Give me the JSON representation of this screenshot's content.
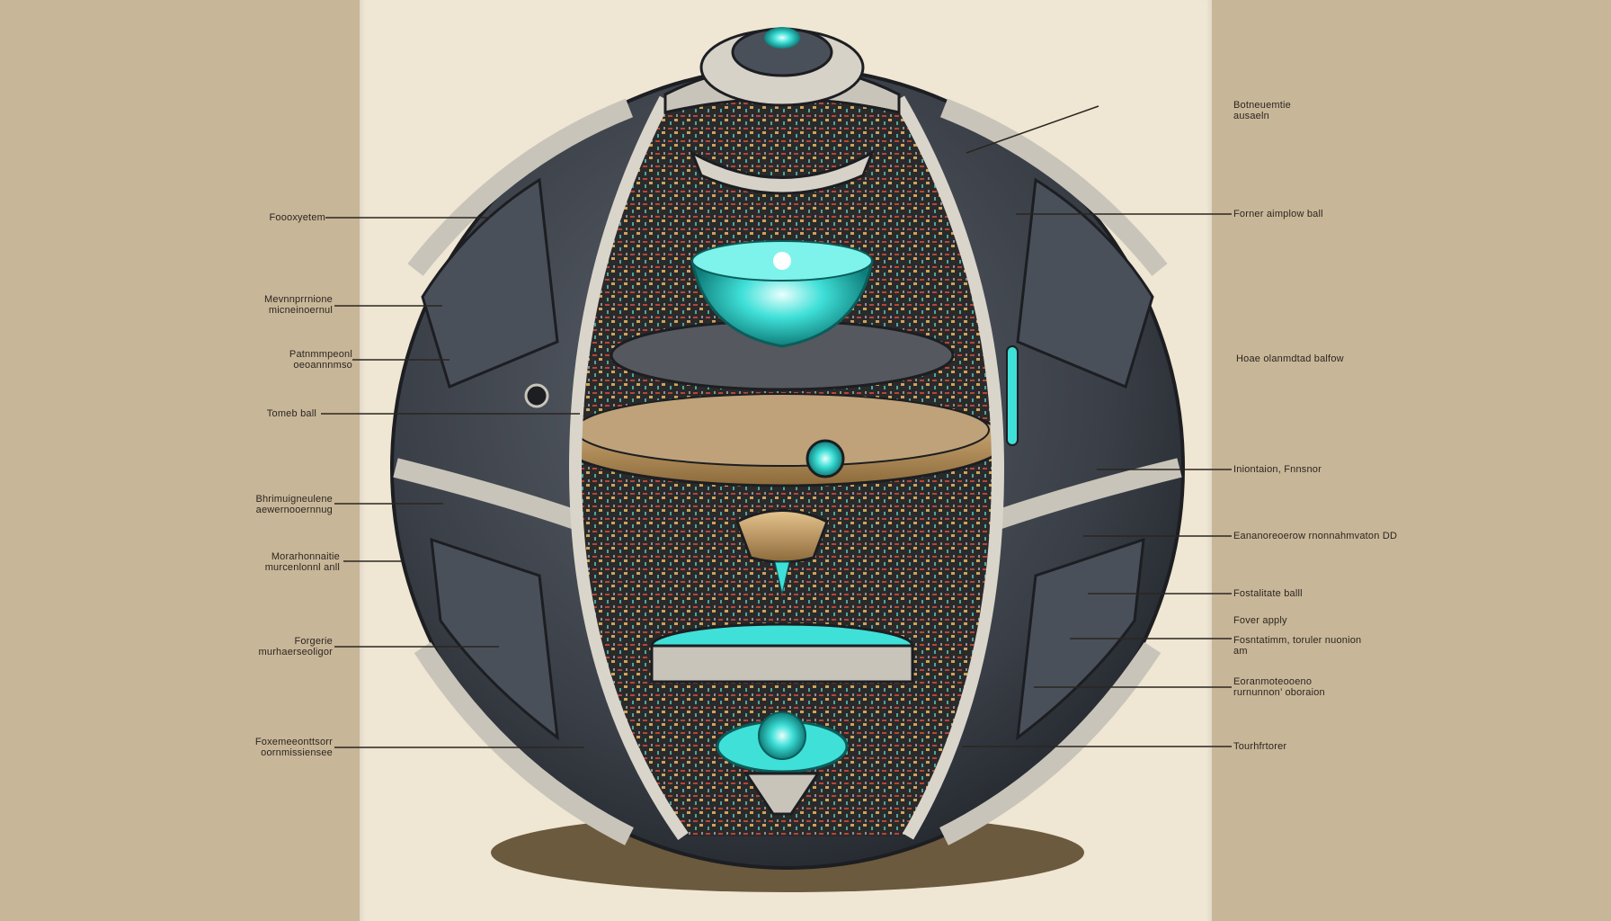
{
  "labels_left": [
    {
      "id": "l1",
      "text": "Foooxyetem"
    },
    {
      "id": "l2",
      "text": "Mevnnprrnione\nmicneinoernul"
    },
    {
      "id": "l3",
      "text": "Patnmmpeonl\noeoannnmso"
    },
    {
      "id": "l4",
      "text": "Tomeb ball"
    },
    {
      "id": "l5",
      "text": "Bhrimuigneulene\naewernooernnug"
    },
    {
      "id": "l6",
      "text": "Morarhonnaitie\nmurcenlonnl anll"
    },
    {
      "id": "l7",
      "text": "Forgerie\nmurhaerseoligor"
    },
    {
      "id": "l8",
      "text": "Foxemeeonttsorr\noornmissiensee"
    }
  ],
  "labels_right": [
    {
      "id": "r1",
      "text": "Botneuemtie\nausaeln"
    },
    {
      "id": "r2",
      "text": "Forner aimplow ball"
    },
    {
      "id": "r3",
      "text": "Hoae olanmdtad balfow"
    },
    {
      "id": "r4",
      "text": "Iniontaion, Fnnsnor"
    },
    {
      "id": "r5",
      "text": "Eananoreoerow rnonnahmvaton DD"
    },
    {
      "id": "r6",
      "text": "Fostalitate balll"
    },
    {
      "id": "r7",
      "text": "Fover apply"
    },
    {
      "id": "r8",
      "text": "Fosntatimm, toruler nuonion\nam"
    },
    {
      "id": "r9",
      "text": "Eoranmoteooeno\nrurnunnon’      oboraion"
    },
    {
      "id": "r10",
      "text": "Tourhfrtorer"
    }
  ],
  "colors": {
    "background": "#c8b698",
    "panel": "#efe6d3",
    "shell_dark": "#3a3f47",
    "shell_frame": "#b9b6ae",
    "glow": "#3fe0d8",
    "brass": "#c9a26a",
    "shadow": "#6b5a3d"
  }
}
